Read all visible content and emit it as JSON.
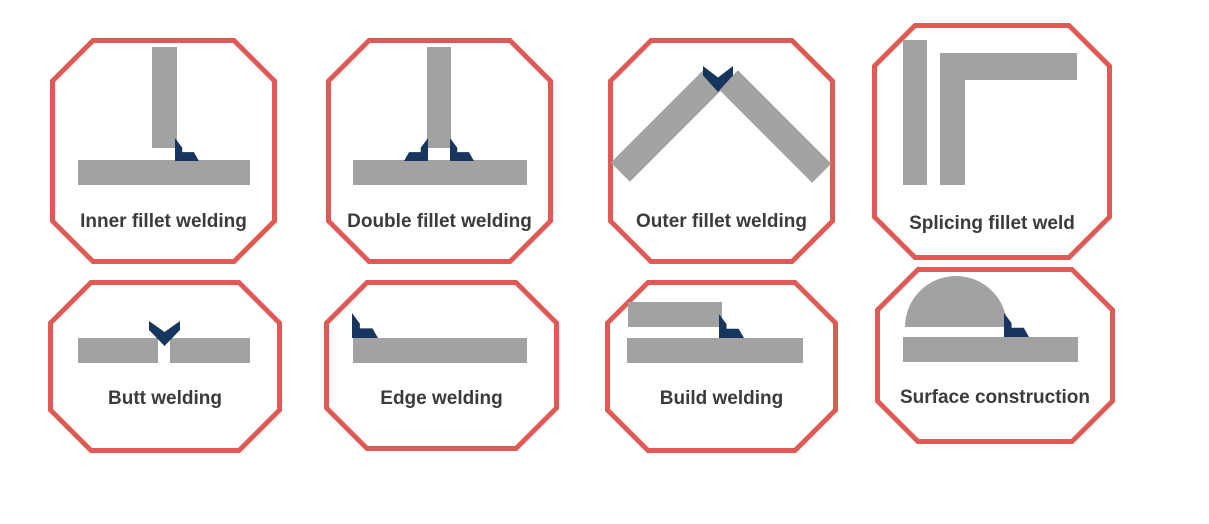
{
  "colors": {
    "octagon_border_red": "#e05a55",
    "plate_gray": "#a2a2a2",
    "weld_mark_navy": "#17365d",
    "label_text": "#3b3b3b",
    "background": "#ffffff"
  },
  "cells": [
    {
      "label": "Inner fillet welding",
      "diagram": "tee-joint with single fillet weld mark at inner corner"
    },
    {
      "label": "Double fillet welding",
      "diagram": "tee-joint with fillet weld marks on both sides"
    },
    {
      "label": "Outer fillet welding",
      "diagram": "two slanted plates meeting at peak with chevron weld mark on outside"
    },
    {
      "label": "Splicing fillet weld",
      "diagram": "vertical plate beside corner (L) plate assembly"
    },
    {
      "label": "Butt welding",
      "diagram": "two coplanar plates with gap and chevron weld mark above gap"
    },
    {
      "label": "Edge welding",
      "diagram": "single plate with weld mark at top-left edge"
    },
    {
      "label": "Build welding",
      "diagram": "lap joint, short plate over long plate with weld mark at step"
    },
    {
      "label": "Surface construction",
      "diagram": "dome deposit on plate with weld mark at dome base"
    }
  ]
}
